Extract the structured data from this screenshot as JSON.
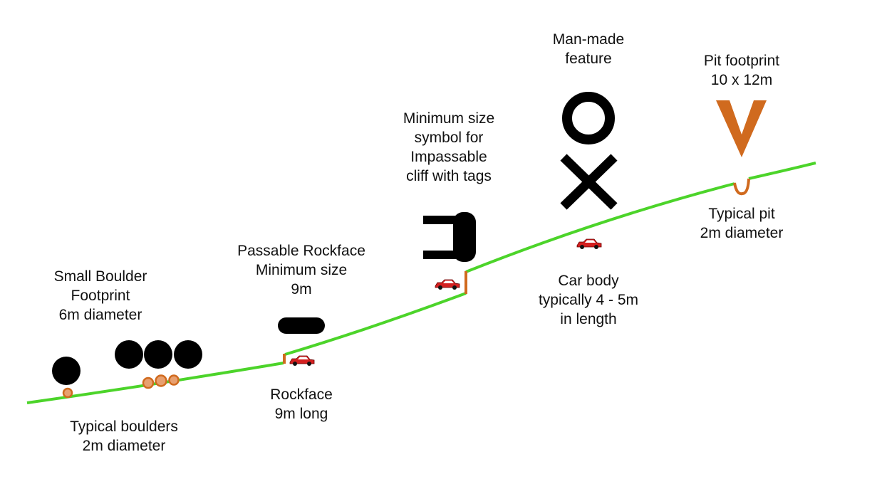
{
  "labels": {
    "small_boulder": [
      "Small Boulder",
      "Footprint",
      "6m diameter"
    ],
    "typical_boulders": [
      "Typical boulders",
      "2m diameter"
    ],
    "passable_rockface": [
      "Passable Rockface",
      "Minimum size",
      "9m"
    ],
    "rockface": [
      "Rockface",
      "9m long"
    ],
    "impassable_cliff": [
      "Minimum size",
      "symbol for",
      "Impassable",
      "cliff with tags"
    ],
    "man_made": [
      "Man-made",
      "feature"
    ],
    "car_body": [
      "Car body",
      "typically 4 - 5m",
      "in length"
    ],
    "pit_footprint": [
      "Pit footprint",
      "10 x 12m"
    ],
    "typical_pit": [
      "Typical pit",
      "2m diameter"
    ]
  },
  "colors": {
    "ground": "#4cd42a",
    "brown": "#d06a1e",
    "boulder_fill": "#e8a070",
    "symbol": "#000000",
    "car": "#d42020"
  }
}
